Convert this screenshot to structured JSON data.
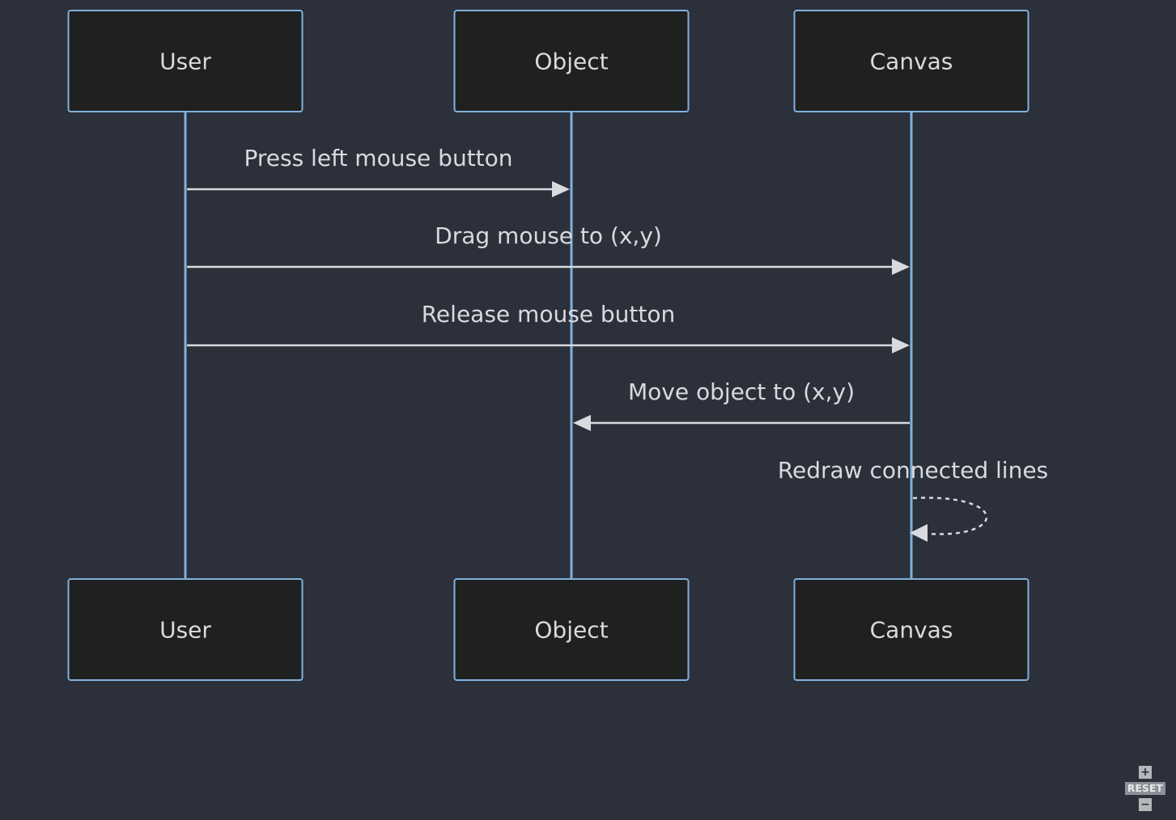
{
  "diagram": {
    "type": "sequence",
    "colors": {
      "background": "#2b303b",
      "actor_fill": "#1f2020",
      "actor_border": "#81b1db",
      "lifeline": "#81b1db",
      "message_line": "#d8dadd",
      "text": "#d8dadd"
    },
    "participants": [
      {
        "id": "user",
        "label": "User"
      },
      {
        "id": "object",
        "label": "Object"
      },
      {
        "id": "canvas",
        "label": "Canvas"
      }
    ],
    "messages": [
      {
        "from": "user",
        "to": "object",
        "label": "Press left mouse button",
        "style": "solid"
      },
      {
        "from": "user",
        "to": "canvas",
        "label": "Drag mouse to (x,y)",
        "style": "solid"
      },
      {
        "from": "user",
        "to": "canvas",
        "label": "Release mouse button",
        "style": "solid"
      },
      {
        "from": "canvas",
        "to": "object",
        "label": "Move object to (x,y)",
        "style": "solid"
      },
      {
        "from": "canvas",
        "to": "canvas",
        "label": "Redraw connected lines",
        "style": "dashed"
      }
    ]
  },
  "zoom_controls": {
    "zoom_in_icon": "plus-icon",
    "reset_label": "RESET",
    "zoom_out_icon": "minus-icon"
  }
}
